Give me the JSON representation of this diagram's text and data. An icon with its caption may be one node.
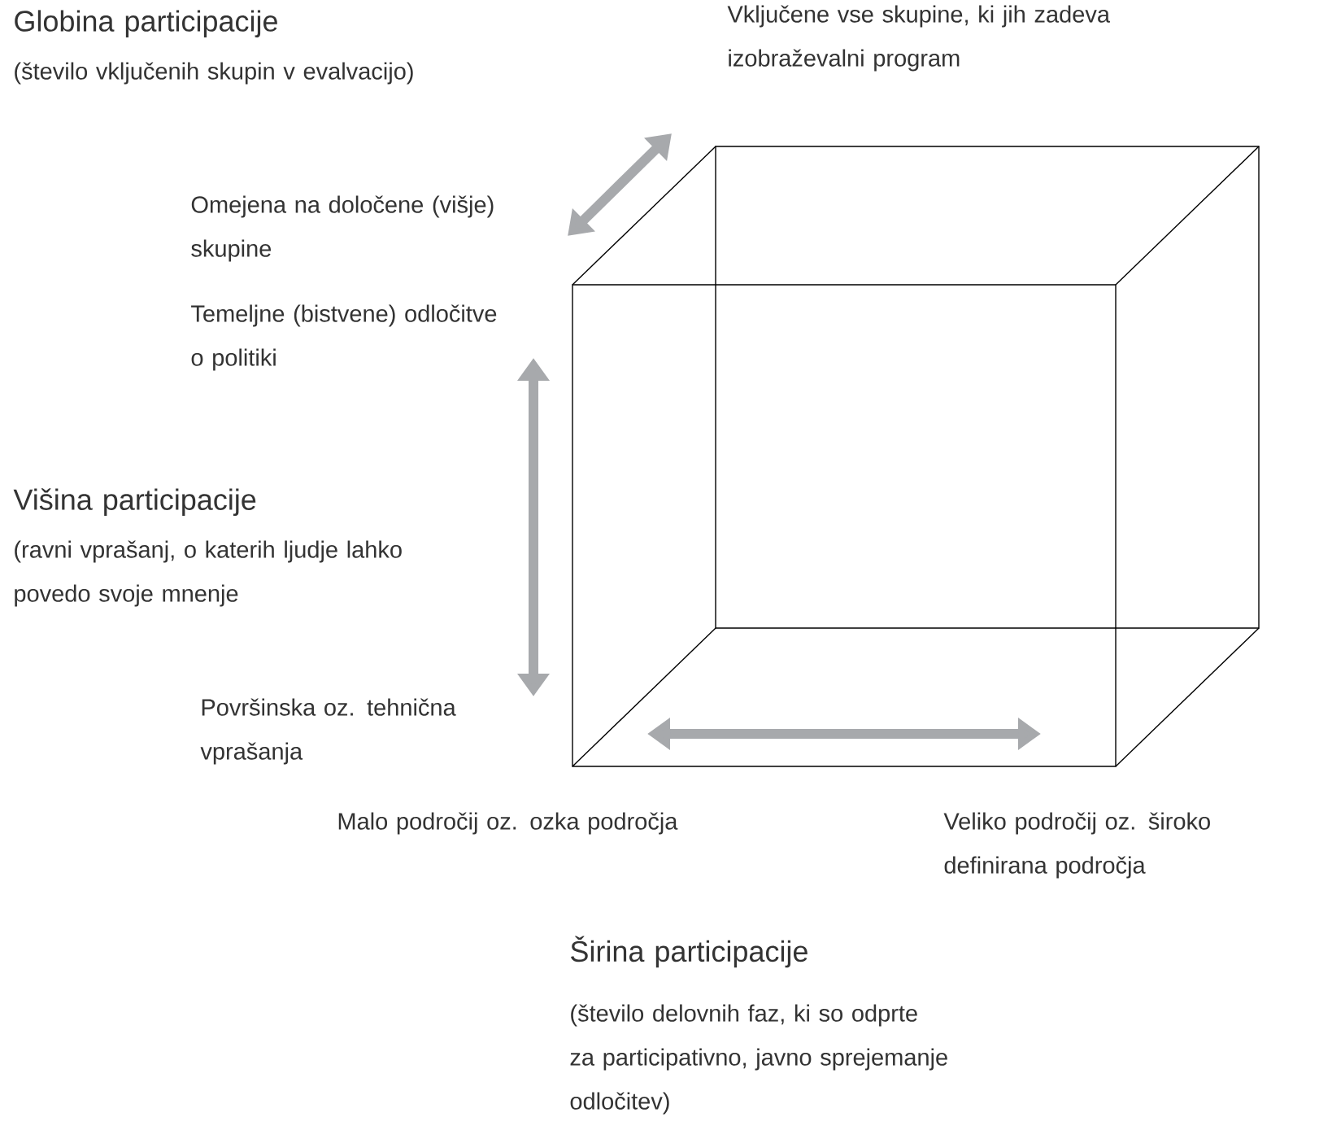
{
  "diagram": {
    "labels": [
      "Globina participacije",
      "(število vključenih skupin v evalvacijo)",
      "Vključene vse skupine, ki jih zadeva izobraževalni program",
      "Omejena na določene (višje) skupine",
      "Temeljne (bistvene) odločitve o politiki",
      "Višina participacije",
      "(ravni vprašanj, o katerih ljudje lahko povedo svoje mnenje",
      "Površinska oz. tehnična vprašanja",
      "Malo področij oz. ozka področja",
      "Veliko področij oz. široko definirana področja",
      "Širina participacije",
      "(število delovnih faz, ki so odprte za participativno, javno sprejemanje odločitev)"
    ]
  }
}
